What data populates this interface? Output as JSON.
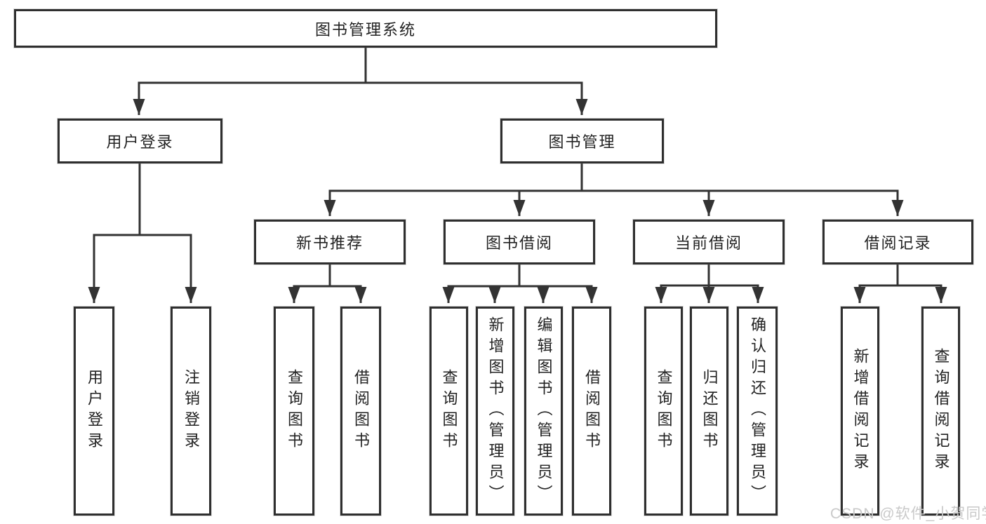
{
  "tree": {
    "label": "图书管理系统",
    "children": [
      {
        "label": "用户登录",
        "children": [
          {
            "label": "用户登录"
          },
          {
            "label": "注销登录"
          }
        ]
      },
      {
        "label": "图书管理",
        "children": [
          {
            "label": "新书推荐",
            "children": [
              {
                "label": "查询图书"
              },
              {
                "label": "借阅图书"
              }
            ]
          },
          {
            "label": "图书借阅",
            "children": [
              {
                "label": "查询图书"
              },
              {
                "label": "新增图书（管理员）"
              },
              {
                "label": "编辑图书（管理员）"
              },
              {
                "label": "借阅图书"
              }
            ]
          },
          {
            "label": "当前借阅",
            "children": [
              {
                "label": "查询图书"
              },
              {
                "label": "归还图书"
              },
              {
                "label": "确认归还（管理员）"
              }
            ]
          },
          {
            "label": "借阅记录",
            "children": [
              {
                "label": "新增借阅记录"
              },
              {
                "label": "查询借阅记录"
              }
            ]
          }
        ]
      }
    ]
  },
  "watermark": {
    "text": "CSDN @软件_小贺同学"
  },
  "colors": {
    "line": "#333333",
    "box_border": "#2f2f2f",
    "text": "#222222",
    "watermark": "#c9c9c9",
    "background": "#ffffff"
  }
}
